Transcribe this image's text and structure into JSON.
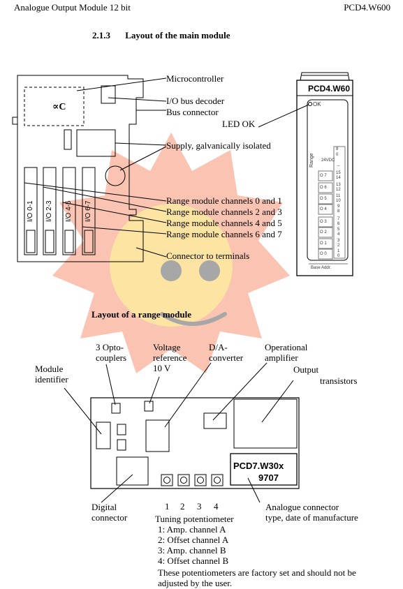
{
  "header": {
    "left": "Analogue Output Module 12 bit",
    "right": "PCD4.W600"
  },
  "section": {
    "number": "2.1.3",
    "title": "Layout of the main module"
  },
  "main_module": {
    "chip_label": "∝C",
    "labels": {
      "microcontroller": "Microcontroller",
      "io_bus_decoder": "I/O bus decoder",
      "bus_connector": "Bus connector",
      "led_ok": "LED OK",
      "supply": "Supply, galvanically isolated",
      "range_0_1": "Range module channels 0 and 1",
      "range_2_3": "Range module channels 2 and 3",
      "range_4_5": "Range module channels 4 and 5",
      "range_6_7": "Range module channels 6 and 7",
      "connector_terminals": "Connector to terminals"
    },
    "slots": [
      "I/O 0-1",
      "I/O 2-3",
      "I/O 4-5",
      "I/O 6-7"
    ]
  },
  "front_panel": {
    "title": "PCD4.W60",
    "ok": "OK",
    "range": "Range",
    "footer": "Base Addr.",
    "channels": [
      "O 7",
      "O 6",
      "O 5",
      "O 4",
      "O 3",
      "O 2",
      "O 1",
      "O 0"
    ],
    "terminal_numbers": [
      "8",
      "0",
      "24VDC",
      "–",
      "15",
      "14",
      "13",
      "12",
      "11",
      "10",
      "9",
      "8",
      "7",
      "6",
      "5",
      "4",
      "3",
      "2",
      "1",
      "0"
    ]
  },
  "range_module": {
    "title": "Layout of a range module",
    "labels": {
      "optocouplers": "3 Opto-\ncouplers",
      "voltage_ref": "Voltage\nreference\n10 V",
      "dac": "D/A-\nconverter",
      "op_amp": "Operational\namplifier",
      "output_transistors_1": "Output",
      "output_transistors_2": "transistors",
      "module_identifier": "Module\nidentifier",
      "digital_connector": "Digital\nconnector",
      "analogue_connector": "Analogue connector\ntype, date of manufacture"
    },
    "type_label_1": "PCD7.W30x",
    "type_label_2": "9707",
    "pot_numbers": [
      "1",
      "2",
      "3",
      "4"
    ],
    "tuning": {
      "title": "Tuning potentiometer",
      "items": [
        "1: Amp. channel A",
        "2: Offset channel A",
        "3: Amp. channel B",
        "4: Offset channel B"
      ],
      "note": "These potentiometers are factory set and should not be\nadjusted by the user."
    }
  },
  "colors": {
    "sun_outer": "#f9b9a4",
    "sun_inner": "#fde8a0",
    "face": "#a7a7a7"
  }
}
